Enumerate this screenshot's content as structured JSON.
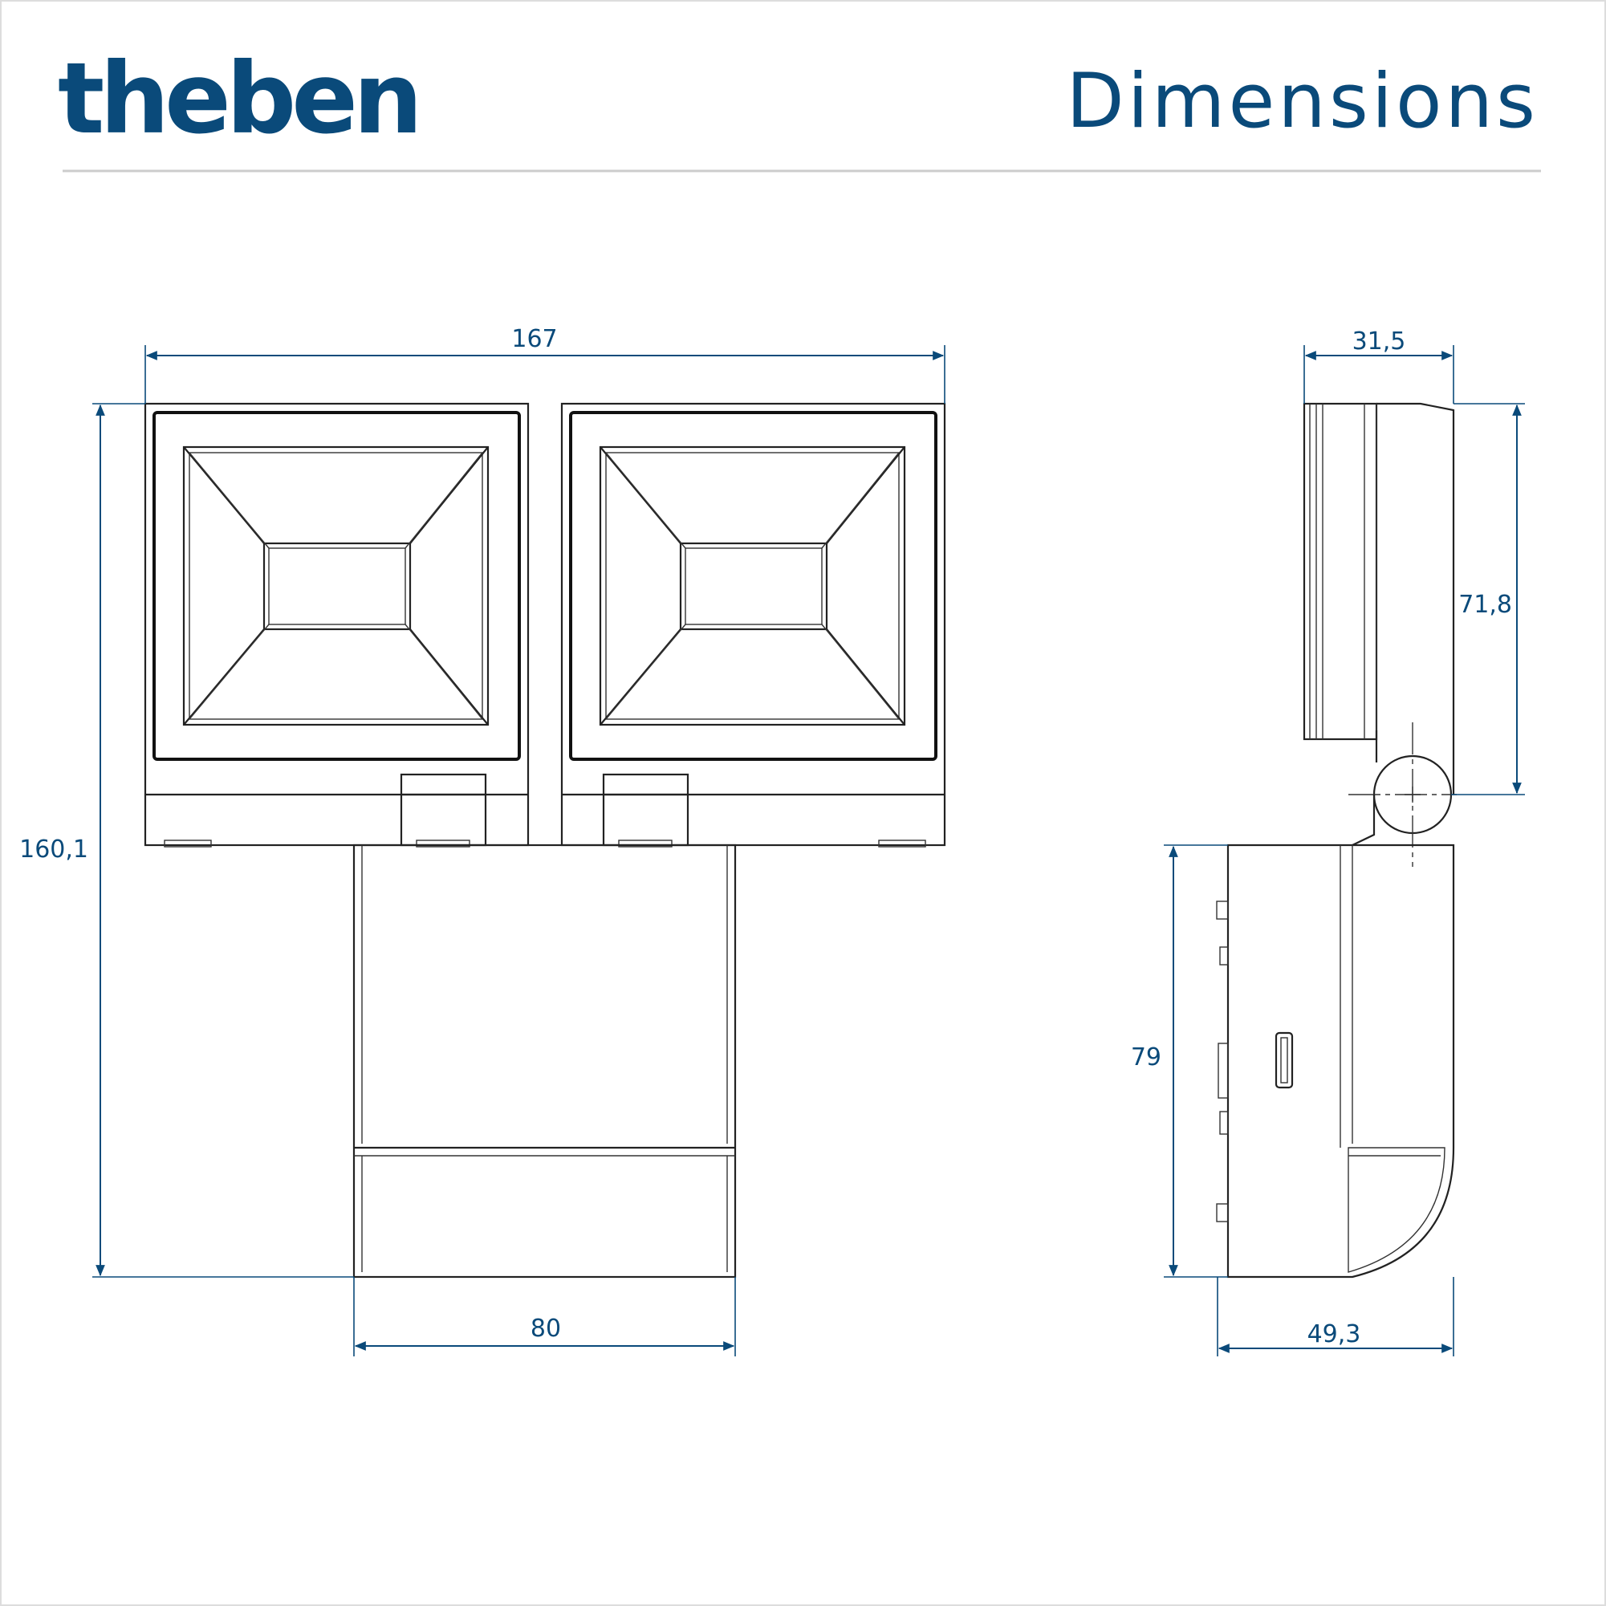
{
  "header": {
    "logo_text": "theben",
    "title": "Dimensions"
  },
  "colors": {
    "brand_blue": "#0a4a7a",
    "line": "#222222",
    "rule": "#cccccc"
  },
  "dimensions": {
    "front_width": "167",
    "front_height": "160,1",
    "sensor_width": "80",
    "side_head_depth": "31,5",
    "side_head_height": "71,8",
    "side_sensor_height": "79",
    "side_sensor_depth": "49,3"
  }
}
